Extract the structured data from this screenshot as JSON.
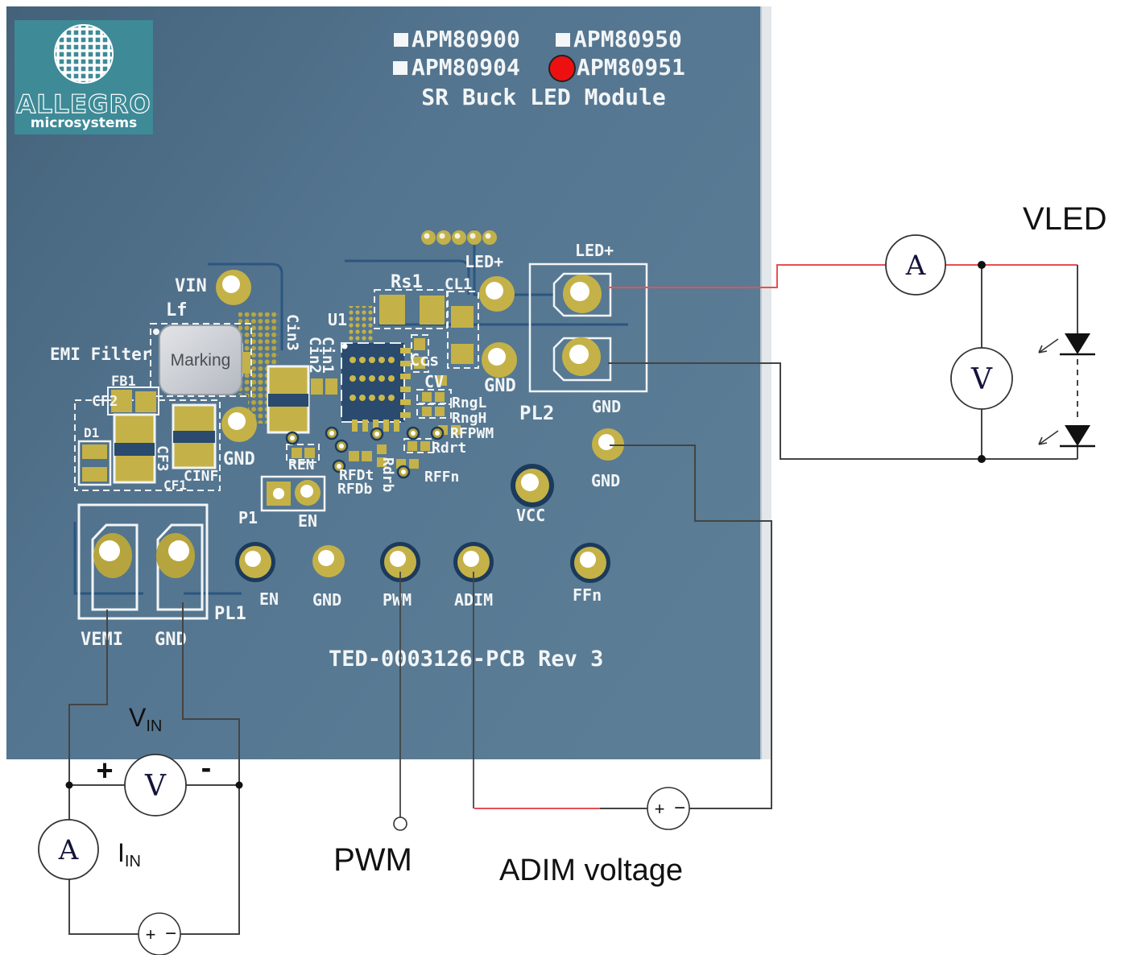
{
  "colors": {
    "board_blue": "#54768e",
    "board_edge": "#e3e7ea",
    "gold": "#c4b248",
    "silkscreen_white": "#f2f5f6",
    "logo_teal": "#3e8a97",
    "legend_red": "#ee1010",
    "wire_red": "#e94f53",
    "wire_black": "#444444",
    "navy_trace": "#2c5680",
    "inductor_gray": "#c9ccd3"
  },
  "logo": {
    "brand": "ALLEGRO",
    "subtitle": "microsystems"
  },
  "legend": {
    "items": [
      {
        "label": "APM80900",
        "marker": "white-square"
      },
      {
        "label": "APM80950",
        "marker": "white-square"
      },
      {
        "label": "APM80904",
        "marker": "white-square"
      },
      {
        "label": "APM80951",
        "marker": "red-circle"
      }
    ],
    "subtitle": "SR Buck LED Module"
  },
  "silk": {
    "vin": "VIN",
    "lf": "Lf",
    "emi_filter": "EMI Filter",
    "fb1": "FB1",
    "cf2": "CF2",
    "d1": "D1",
    "cf3": "CF3",
    "cf1": "CF1",
    "cinf": "CINF",
    "gnd_left": "GND",
    "marking": "Marking",
    "cin3": "Cin3",
    "cin2": "Cin2",
    "cin1": "Cin1",
    "u1": "U1",
    "rs1": "Rs1",
    "cl1": "CL1",
    "ccs": "Ccs",
    "cv": "CV",
    "gnd_mid": "GND",
    "rngl": "RngL",
    "rngh": "RngH",
    "rfpwm": "RFPWM",
    "rdrt": "Rdrt",
    "rdrb": "Rdrb",
    "ren": "REN",
    "rfdt": "RFDt",
    "rfdb": "RFDb",
    "rffn": "RFFn",
    "p1": "P1",
    "en_jumper": "EN",
    "led_plus_via": "LED+",
    "led_plus_pl2": "LED+",
    "gnd_pl2": "GND",
    "pl2": "PL2",
    "gnd_via": "GND",
    "vcc": "VCC",
    "en": "EN",
    "gnd_row": "GND",
    "pwm": "PWM",
    "adim": "ADIM",
    "ffn": "FFn",
    "pl1": "PL1",
    "vemi": "VEMI",
    "gnd_pl1": "GND",
    "board_id": "TED-0003126-PCB  Rev 3"
  },
  "external": {
    "vled": "VLED",
    "pwm": "PWM",
    "adim": "ADIM voltage",
    "ammeter": "A",
    "voltmeter": "V",
    "vin_main": "V",
    "vin_sub": "IN",
    "iin_main": "I",
    "iin_sub": "IN",
    "plus": "+",
    "minus": "-",
    "src_plus": "+",
    "src_minus": "−"
  }
}
